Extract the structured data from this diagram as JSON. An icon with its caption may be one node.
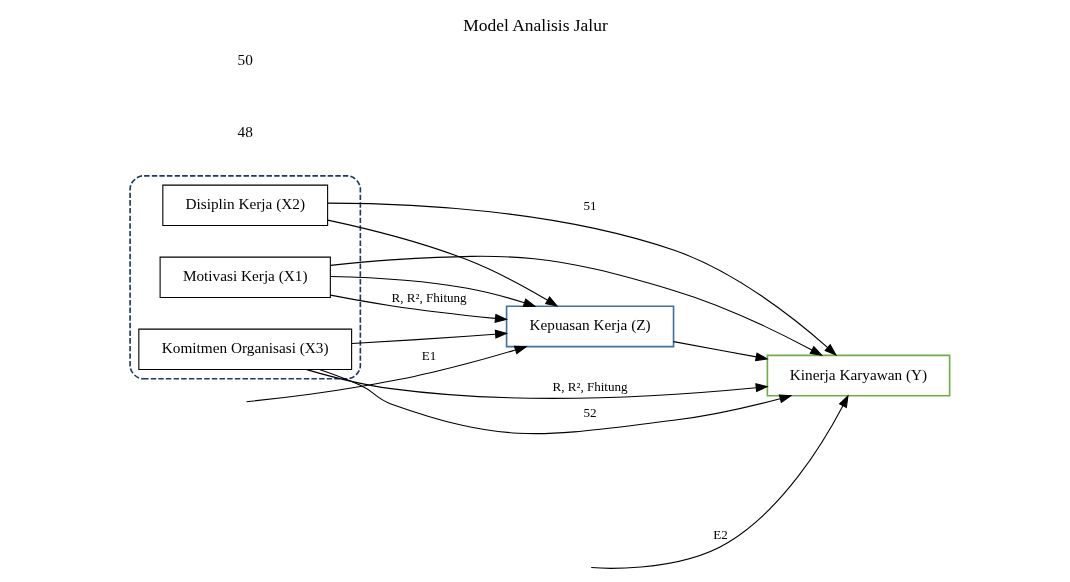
{
  "diagram": {
    "title": "Model Analisis Jalur",
    "nodes": [
      {
        "text": [],
        "shape": "ellipse"
      },
      {
        "text": [
          "Motivasi Kerja (X1)"
        ],
        "in": 0
      },
      {
        "text": [
          "Disiplin Kerja (X2)"
        ],
        "in": 0
      },
      {
        "text": [
          "Komitmen Organisasi (X3)"
        ],
        "in": 0
      },
      {
        "text": [
          "Kepuasan Kerja (Z)"
        ]
      },
      {
        "text": [
          "Kinerja Karyawan (Y)"
        ]
      }
    ],
    "edges": [
      {
        "from": 1,
        "to": 5,
        "arrow": "to"
      },
      {
        "from": 1,
        "to": 4,
        "arrow": "to",
        "label": "R, R², Fhitung"
      },
      {
        "from": 1,
        "to": 4,
        "arrow": "to"
      },
      {
        "from": 2,
        "to": 4,
        "arrow": "to"
      },
      {
        "from": 3,
        "to": 4,
        "arrow": "to"
      },
      {
        "from": null,
        "to": 4,
        "arrow": "to",
        "label": "E1"
      },
      {
        "from": 4,
        "to": 5,
        "arrow": "to"
      },
      {
        "from": null,
        "to": 5,
        "arrow": "to",
        "label": "E2"
      },
      {
        "from": 3,
        "to": 5,
        "arrow": "to",
        "label": "R, R², Fhitung"
      },
      {
        "from": 2,
        "to": 5,
        "arrow": "to",
        "label": "51"
      },
      {
        "from": 3,
        "to": 5,
        "arrow": "to",
        "label": "52"
      }
    ],
    "labels": [
      "48",
      "50"
    ]
  }
}
